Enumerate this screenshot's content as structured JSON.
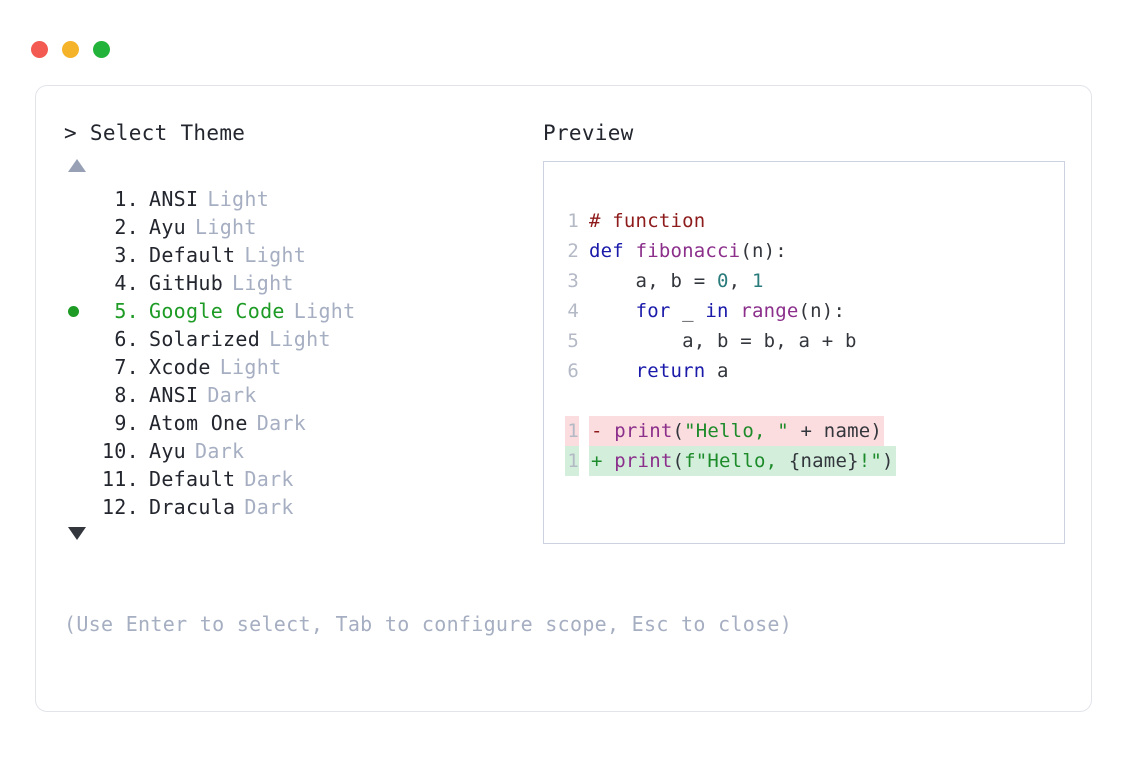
{
  "titlebar": {
    "dots": [
      {
        "name": "close-button",
        "color": "#f25a52"
      },
      {
        "name": "minimize-button",
        "color": "#f5b32a"
      },
      {
        "name": "maximize-button",
        "color": "#22b43a"
      }
    ]
  },
  "selector": {
    "prompt": "> Select Theme",
    "scroll_up_icon": "triangle-up-icon",
    "scroll_down_icon": "triangle-down-icon",
    "selected_index": 5,
    "items": [
      {
        "number": "1.",
        "name": "ANSI",
        "variant": "Light",
        "selected": false
      },
      {
        "number": "2.",
        "name": "Ayu",
        "variant": "Light",
        "selected": false
      },
      {
        "number": "3.",
        "name": "Default",
        "variant": "Light",
        "selected": false
      },
      {
        "number": "4.",
        "name": "GitHub",
        "variant": "Light",
        "selected": false
      },
      {
        "number": "5.",
        "name": "Google Code",
        "variant": "Light",
        "selected": true
      },
      {
        "number": "6.",
        "name": "Solarized",
        "variant": "Light",
        "selected": false
      },
      {
        "number": "7.",
        "name": "Xcode",
        "variant": "Light",
        "selected": false
      },
      {
        "number": "8.",
        "name": "ANSI",
        "variant": "Dark",
        "selected": false
      },
      {
        "number": "9.",
        "name": "Atom One",
        "variant": "Dark",
        "selected": false
      },
      {
        "number": "10.",
        "name": "Ayu",
        "variant": "Dark",
        "selected": false
      },
      {
        "number": "11.",
        "name": "Default",
        "variant": "Dark",
        "selected": false
      },
      {
        "number": "12.",
        "name": "Dracula",
        "variant": "Dark",
        "selected": false
      }
    ]
  },
  "preview": {
    "heading": "Preview",
    "code_lines": [
      {
        "ln": "1",
        "tokens": [
          {
            "t": "# function",
            "c": "t-comment"
          }
        ]
      },
      {
        "ln": "2",
        "tokens": [
          {
            "t": "def ",
            "c": "t-kw"
          },
          {
            "t": "fibonacci",
            "c": "t-fn"
          },
          {
            "t": "(n):",
            "c": "t-plain"
          }
        ]
      },
      {
        "ln": "3",
        "tokens": [
          {
            "t": "    a, b = ",
            "c": "t-plain"
          },
          {
            "t": "0",
            "c": "t-num"
          },
          {
            "t": ", ",
            "c": "t-plain"
          },
          {
            "t": "1",
            "c": "t-num"
          }
        ]
      },
      {
        "ln": "4",
        "tokens": [
          {
            "t": "    ",
            "c": "t-plain"
          },
          {
            "t": "for",
            "c": "t-kw"
          },
          {
            "t": " _ ",
            "c": "t-plain"
          },
          {
            "t": "in",
            "c": "t-kw"
          },
          {
            "t": " ",
            "c": "t-plain"
          },
          {
            "t": "range",
            "c": "t-fn"
          },
          {
            "t": "(n):",
            "c": "t-plain"
          }
        ]
      },
      {
        "ln": "5",
        "tokens": [
          {
            "t": "        a, b = b, a + b",
            "c": "t-plain"
          }
        ]
      },
      {
        "ln": "6",
        "tokens": [
          {
            "t": "    ",
            "c": "t-plain"
          },
          {
            "t": "return",
            "c": "t-kw"
          },
          {
            "t": " a",
            "c": "t-plain"
          }
        ]
      }
    ],
    "diff_lines": [
      {
        "ln": "1",
        "kind": "del",
        "sign": "-",
        "tokens": [
          {
            "t": "print",
            "c": "t-fn"
          },
          {
            "t": "(",
            "c": "t-plain"
          },
          {
            "t": "\"Hello, \"",
            "c": "t-str"
          },
          {
            "t": " + name)",
            "c": "t-plain"
          }
        ]
      },
      {
        "ln": "1",
        "kind": "add",
        "sign": "+",
        "tokens": [
          {
            "t": "print",
            "c": "t-fn"
          },
          {
            "t": "(",
            "c": "t-plain"
          },
          {
            "t": "f\"Hello, ",
            "c": "t-str"
          },
          {
            "t": "{name}",
            "c": "t-plain"
          },
          {
            "t": "!\"",
            "c": "t-str"
          },
          {
            "t": ")",
            "c": "t-plain"
          }
        ]
      }
    ]
  },
  "footer": {
    "hint": "(Use Enter to select, Tab to configure scope, Esc to close)"
  }
}
